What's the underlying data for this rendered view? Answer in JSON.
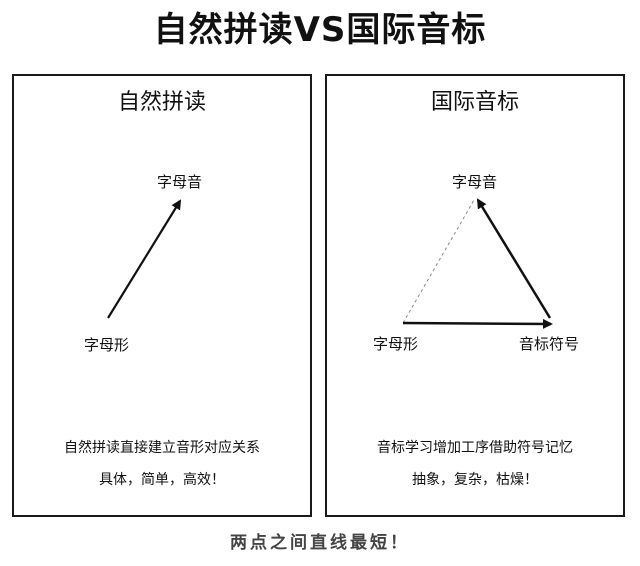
{
  "title": "自然拼读VS国际音标",
  "left_panel": {
    "title": "自然拼读",
    "node_top": "字母音",
    "node_bottom": "字母形",
    "desc_line1": "自然拼读直接建立音形对应关系",
    "desc_line2": "具体，简单，高效！"
  },
  "right_panel": {
    "title": "国际音标",
    "node_top": "字母音",
    "node_left": "字母形",
    "node_right": "音标符号",
    "desc_line1": "音标学习增加工序借助符号记忆",
    "desc_line2": "抽象，复杂，枯燥！"
  },
  "footer": "两点之间直线最短！"
}
